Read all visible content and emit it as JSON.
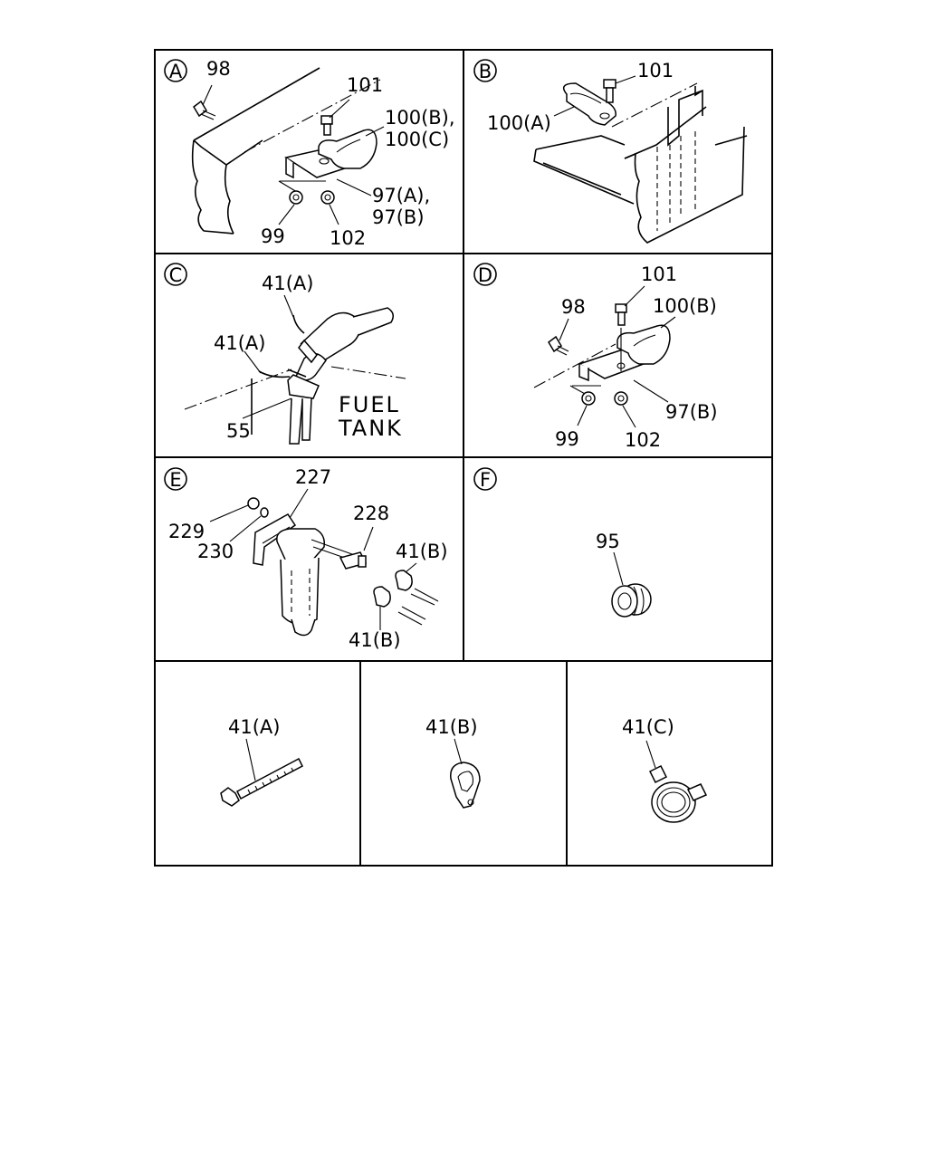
{
  "panels": {
    "A": {
      "letter": "A",
      "callouts": {
        "c98": "98",
        "c101": "101",
        "c100b": "100(B),",
        "c100c": "100(C)",
        "c97a": "97(A),",
        "c97b": "97(B)",
        "c99": "99",
        "c102": "102"
      }
    },
    "B": {
      "letter": "B",
      "callouts": {
        "c101": "101",
        "c100a": "100(A)"
      }
    },
    "C": {
      "letter": "C",
      "callouts": {
        "c41a_top": "41(A)",
        "c41a_mid": "41(A)",
        "c55": "55",
        "fuel": "FUEL",
        "tank": "TANK"
      }
    },
    "D": {
      "letter": "D",
      "callouts": {
        "c101": "101",
        "c98": "98",
        "c100b": "100(B)",
        "c97b": "97(B)",
        "c99": "99",
        "c102": "102"
      }
    },
    "E": {
      "letter": "E",
      "callouts": {
        "c227": "227",
        "c229": "229",
        "c230": "230",
        "c228": "228",
        "c41b_top": "41(B)",
        "c41b_bottom": "41(B)"
      }
    },
    "F": {
      "letter": "F",
      "callouts": {
        "c95": "95"
      }
    },
    "G": {
      "callouts": {
        "c41a": "41(A)"
      }
    },
    "H": {
      "callouts": {
        "c41b": "41(B)"
      }
    },
    "I": {
      "callouts": {
        "c41c": "41(C)"
      }
    }
  }
}
